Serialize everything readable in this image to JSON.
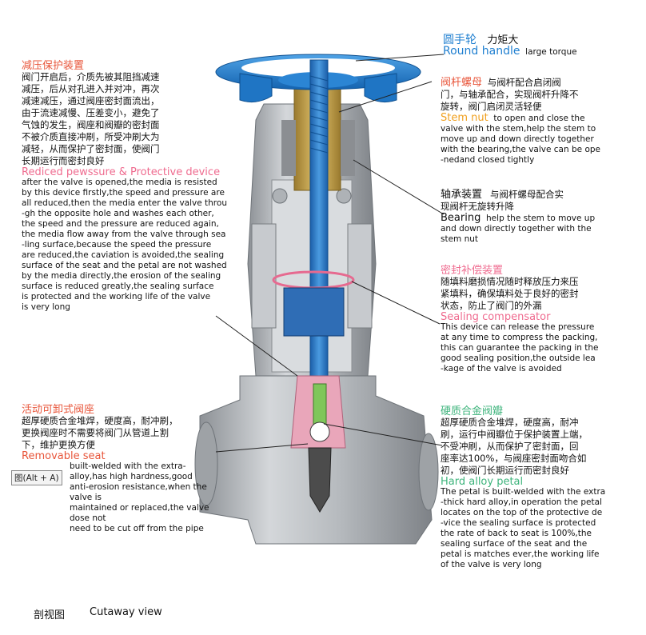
{
  "round_handle": {
    "zh": "圆手轮",
    "zh_extra": "力矩大",
    "en": "Round handle",
    "en_extra": "large torque"
  },
  "pressure_reduction": {
    "zh_title": "减压保护装置",
    "zh_body": "阀门开启后，介质先被其阻挡减速\n减压，后从对孔进入并对冲，再次\n减速减压，通过阀座密封面流出，\n由于流速减慢、压差变小，避免了\n气蚀的发生，阀座和阀瓣的密封面\n不被介质直接冲刷，所受冲刷大为\n减轻，从而保护了密封面，使阀门\n长期运行而密封良好",
    "en_title": "Rediced pewssure & Protective device",
    "en_body": "after the valve is opened,the media is resisted\nby this device firstly,the speed and pressure are\nall reduced,then the media enter the valve throu\n-gh the opposite hole and washes each other,\nthe speed and the pressure are reduced again,\nthe media flow away from the valve through sea\n-ling surface,because the speed the pressure\nare reduced,the caviation is avoided,the sealing\nsurface of the seat and the petal are not washed\nby the media directly,the erosion of the sealing\nsurface is reduced greatly,the sealing surface\nis protected and the working life of the valve\nis very long"
  },
  "stem_nut": {
    "zh_title": "阀杆螺母",
    "zh_body_first": "与阀杆配合启闭阀",
    "zh_body": "门，与轴承配合，实现阀杆升降不\n旋转，阀门启闭灵活轻便",
    "en_title": "Stem nut",
    "en_body_first": "to open and close the",
    "en_body": "valve with the stem,help the stem to\nmove up and down directly together\nwith the bearing,the valve can be ope\n-nedand closed tightly"
  },
  "bearing": {
    "zh_title": "轴承装置",
    "zh_body_first": "与阀杆螺母配合实",
    "zh_body": "现阀杆无旋转升降",
    "en_title": "Bearing",
    "en_body_first": "help the stem to move up",
    "en_body": "and down directly together with the\nstem nut"
  },
  "sealing_compensator": {
    "zh_title": "密封补偿装置",
    "zh_body": "随填料磨损情况随时释放压力来压\n紧填料，确保填料处于良好的密封\n状态，防止了阀门的外漏",
    "en_title": "Sealing compensator",
    "en_body": "This device can release the pressure\nat any time to compress the packing,\nthis can guarantee the packing in the\ngood sealing position,the outside lea\n-kage of the valve is avoided"
  },
  "removable_seat": {
    "zh_title": "活动可卸式阀座",
    "zh_body": "超厚硬质合金堆焊，硬度高，耐冲刷，\n更换阀座时不需要将阀门从管道上割\n下，维护更换方便",
    "en_title": "Removable seat",
    "en_body": "built-welded with the extra-\nalloy,has high hardness,good\nanti-erosion resistance,when the valve is\nmaintained or replaced,the valve dose not\nneed to be cut off from the pipe"
  },
  "hard_alloy_petal": {
    "zh_title": "硬质合金阀瓣",
    "zh_body": "超厚硬质合金堆焊，硬度高，耐冲\n刷，运行中阀瓣位于保护装置上端，\n不受冲刷，从而保护了密封面，回\n座率达100%，与阀座密封面吻合如\n初，使阀门长期运行而密封良好",
    "en_title": "Hard alloy petal",
    "en_body": "The petal is built-welded with the extra\n-thick hard alloy,in operation the petal\nlocates on the top of the protective de\n-vice the sealing surface is protected\nthe rate of back to seat is 100%,the\nsealing surface of the seat and the\npetal is matches ever,the working life\nof the valve is very long"
  },
  "tooltip": "图(Alt + A)",
  "caption": {
    "zh": "剖视图",
    "en": "Cutaway view"
  },
  "colors": {
    "handwheel": "#1f7fd0",
    "body": "#b8bcc0",
    "stem": "#2a7ad0",
    "seat": "#e8a0b4",
    "nut": "#c9a24a"
  }
}
